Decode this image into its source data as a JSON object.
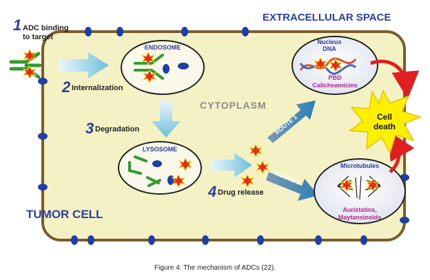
{
  "labels": {
    "extracellular": "EXTRACELLULAR SPACE",
    "tumor_cell": "TUMOR CELL",
    "cytoplasm": "CYTOPLASM",
    "endosome": "ENDOSOME",
    "lysosome": "LYSOSOME",
    "nucleus_line1": "Nucleus",
    "nucleus_line2": "DNA",
    "pbd": "PBD",
    "calicheamicins": "Calicheamicins",
    "microtubules": "Microtubules",
    "auristatins": "Auristatins,",
    "maytansinoids": "Maytansinoids",
    "cell_death_line1": "Cell",
    "cell_death_line2": "death",
    "route1": "ROUTE 1",
    "route2": "ROUTE 2"
  },
  "steps": [
    {
      "number": "1",
      "line1": "ADC binding",
      "line2": "to target"
    },
    {
      "number": "2",
      "line1": "Internalization"
    },
    {
      "number": "3",
      "line1": "Degradation"
    },
    {
      "number": "4",
      "line1": "Drug release"
    }
  ],
  "caption": "Figure 4: The mechanism of ADCs (22).",
  "colors": {
    "cell_fill": "#f4f1c4",
    "cell_border": "#7a5c2a",
    "receptor": "#1f3fa6",
    "antibody": "#2e9b2e",
    "payload": "#e8281e",
    "arrow": "#7fc6e0",
    "title_blue": "#2b3f9e",
    "magenta": "#c0238e",
    "burst": "#fff000"
  }
}
